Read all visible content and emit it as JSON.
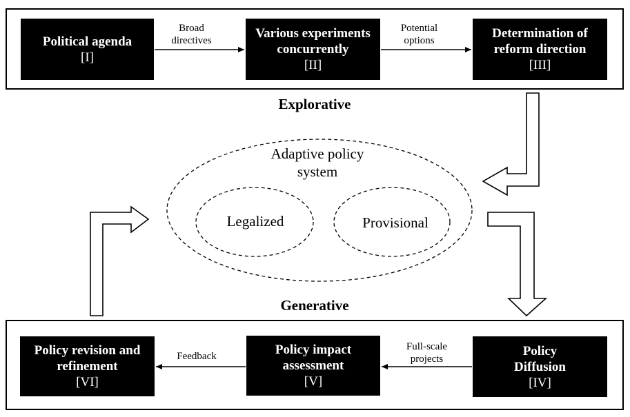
{
  "explorative": {
    "heading": "Explorative",
    "boxes": [
      {
        "title": "Political agenda",
        "num": "[I]"
      },
      {
        "title": "Various experiments concurrently",
        "num": "[II]"
      },
      {
        "title": "Determination of reform direction",
        "num": "[III]"
      }
    ],
    "arrow_labels": [
      "Broad directives",
      "Potential options"
    ]
  },
  "generative": {
    "heading": "Generative",
    "boxes": [
      {
        "title": "Policy revision and refinement",
        "num": "[VI]"
      },
      {
        "title": "Policy impact assessment",
        "num": "[V]"
      },
      {
        "title": "Policy Diffusion",
        "num": "[IV]"
      }
    ],
    "arrow_labels": [
      "Feedback",
      "Full-scale projects"
    ]
  },
  "system": {
    "title": "Adaptive policy system",
    "inner_left": "Legalized",
    "inner_right": "Provisional"
  }
}
